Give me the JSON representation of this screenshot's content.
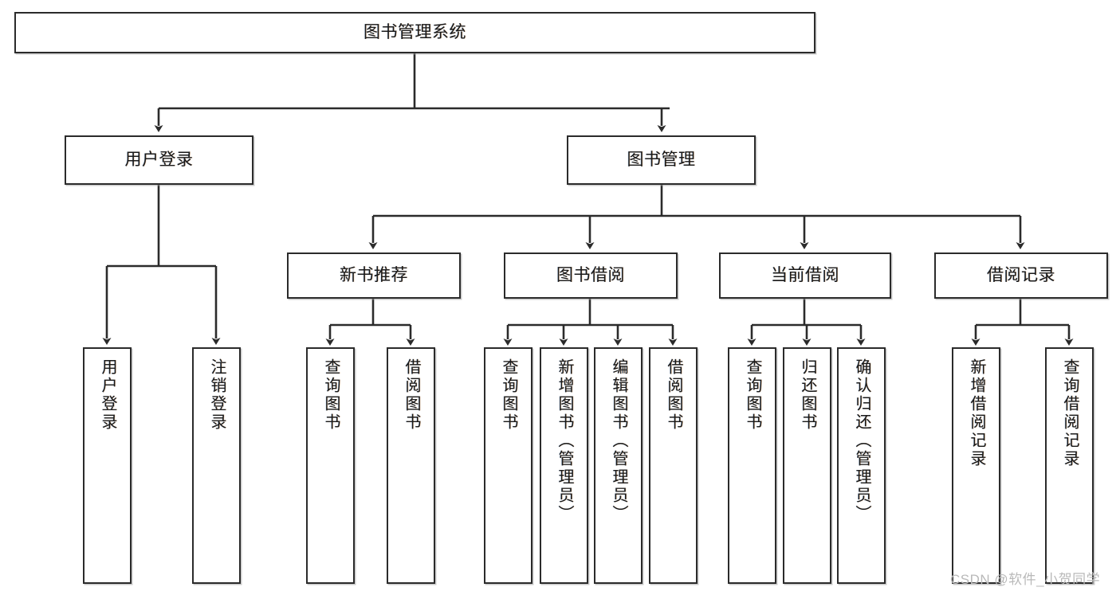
{
  "diagram": {
    "type": "tree-hierarchy-chart",
    "title": "图书管理系统",
    "watermark": "CSDN @软件_小贺同学",
    "colors": {
      "stroke": "#2b2b2b",
      "background": "#ffffff",
      "text": "#1a1a1a",
      "watermark": "#b9b9b9"
    },
    "levels": {
      "root": "图书管理系统",
      "level2": [
        "用户登录",
        "图书管理"
      ],
      "level3": [
        "新书推荐",
        "图书借阅",
        "当前借阅",
        "借阅记录"
      ]
    },
    "nodes": {
      "root": {
        "label": "图书管理系统"
      },
      "user_login": {
        "label": "用户登录"
      },
      "book_manage": {
        "label": "图书管理"
      },
      "new_book_rec": {
        "label": "新书推荐"
      },
      "book_borrow": {
        "label": "图书借阅"
      },
      "current_borrow": {
        "label": "当前借阅"
      },
      "borrow_record": {
        "label": "借阅记录"
      },
      "leaf_user_login": {
        "label": "用户登录"
      },
      "leaf_logout": {
        "label": "注销登录"
      },
      "leaf_query_book_1": {
        "label": "查询图书"
      },
      "leaf_borrow_book_1": {
        "label": "借阅图书"
      },
      "leaf_query_book_2": {
        "label": "查询图书"
      },
      "leaf_add_book": {
        "label": "新增图书（管理员）"
      },
      "leaf_edit_book": {
        "label": "编辑图书（管理员）"
      },
      "leaf_borrow_book_2": {
        "label": "借阅图书"
      },
      "leaf_query_book_3": {
        "label": "查询图书"
      },
      "leaf_return_book": {
        "label": "归还图书"
      },
      "leaf_confirm_return": {
        "label": "确认归还（管理员）"
      },
      "leaf_add_record": {
        "label": "新增借阅记录"
      },
      "leaf_query_record": {
        "label": "查询借阅记录"
      }
    },
    "edges": [
      {
        "from": "root",
        "to": "user_login"
      },
      {
        "from": "root",
        "to": "book_manage"
      },
      {
        "from": "user_login",
        "to": "leaf_user_login"
      },
      {
        "from": "user_login",
        "to": "leaf_logout"
      },
      {
        "from": "book_manage",
        "to": "new_book_rec"
      },
      {
        "from": "book_manage",
        "to": "book_borrow"
      },
      {
        "from": "book_manage",
        "to": "current_borrow"
      },
      {
        "from": "book_manage",
        "to": "borrow_record"
      },
      {
        "from": "new_book_rec",
        "to": "leaf_query_book_1"
      },
      {
        "from": "new_book_rec",
        "to": "leaf_borrow_book_1"
      },
      {
        "from": "book_borrow",
        "to": "leaf_query_book_2"
      },
      {
        "from": "book_borrow",
        "to": "leaf_add_book"
      },
      {
        "from": "book_borrow",
        "to": "leaf_edit_book"
      },
      {
        "from": "book_borrow",
        "to": "leaf_borrow_book_2"
      },
      {
        "from": "current_borrow",
        "to": "leaf_query_book_3"
      },
      {
        "from": "current_borrow",
        "to": "leaf_return_book"
      },
      {
        "from": "current_borrow",
        "to": "leaf_confirm_return"
      },
      {
        "from": "borrow_record",
        "to": "leaf_add_record"
      },
      {
        "from": "borrow_record",
        "to": "leaf_query_record"
      }
    ]
  }
}
